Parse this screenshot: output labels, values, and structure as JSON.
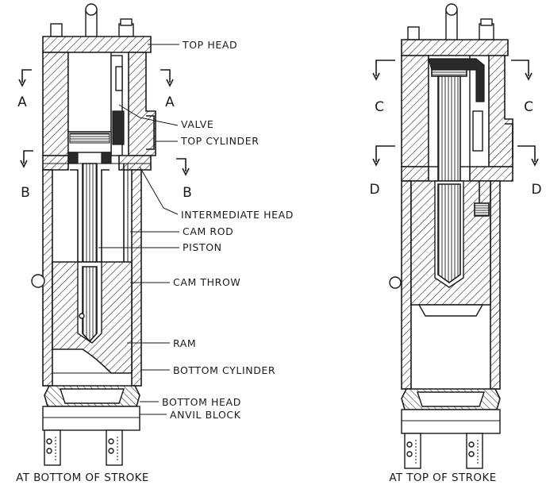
{
  "diagram": {
    "left_labels": [
      {
        "id": "top-head",
        "text": "TOP HEAD"
      },
      {
        "id": "valve",
        "text": "VALVE"
      },
      {
        "id": "top-cylinder",
        "text": "TOP CYLINDER"
      },
      {
        "id": "intermediate-head",
        "text": "INTERMEDIATE HEAD"
      },
      {
        "id": "cam-rod",
        "text": "CAM ROD"
      },
      {
        "id": "piston",
        "text": "PISTON"
      },
      {
        "id": "cam-throw",
        "text": "CAM THROW"
      },
      {
        "id": "ram",
        "text": "RAM"
      },
      {
        "id": "bottom-cylinder",
        "text": "BOTTOM CYLINDER"
      },
      {
        "id": "bottom-head",
        "text": "BOTTOM HEAD"
      },
      {
        "id": "anvil-block",
        "text": "ANVIL BLOCK"
      }
    ],
    "section_markers": {
      "a": "A",
      "b": "B",
      "c": "C",
      "d": "D"
    },
    "captions": {
      "left": "AT BOTTOM OF STROKE",
      "right": "AT TOP OF STROKE"
    }
  }
}
